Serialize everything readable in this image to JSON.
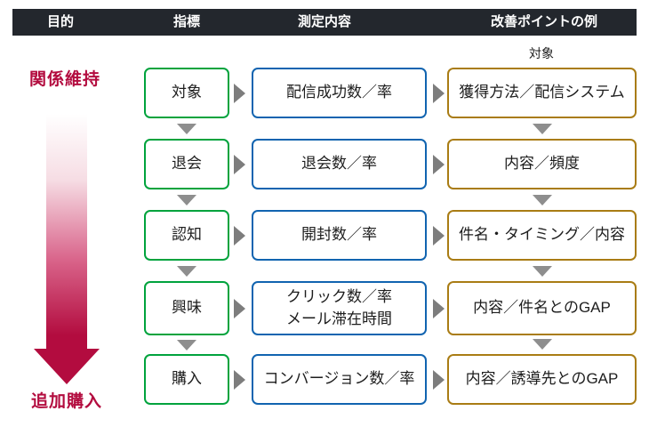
{
  "header": {
    "columns": [
      "目的",
      "指標",
      "測定内容",
      "改善ポイントの例"
    ],
    "bg_color": "#23272d",
    "text_color": "#ffffff"
  },
  "left_axis": {
    "top_label": "関係維持",
    "bottom_label": "追加購入",
    "arrow_color": "#b30c3f"
  },
  "right_column_note": "対象",
  "rows": [
    {
      "indicator": "対象",
      "measure_lines": [
        "配信成功数／率"
      ],
      "improvement": "獲得方法／配信システム"
    },
    {
      "indicator": "退会",
      "measure_lines": [
        "退会数／率"
      ],
      "improvement": "内容／頻度"
    },
    {
      "indicator": "認知",
      "measure_lines": [
        "開封数／率"
      ],
      "improvement": "件名・タイミング／内容"
    },
    {
      "indicator": "興味",
      "measure_lines": [
        "クリック数／率",
        "メール滞在時間"
      ],
      "improvement": "内容／件名とのGAP"
    },
    {
      "indicator": "購入",
      "measure_lines": [
        "コンバージョン数／率"
      ],
      "improvement": "内容／誘導先とのGAP"
    }
  ],
  "colors": {
    "indicator_border": "#00a33d",
    "measure_border": "#1164b0",
    "improvement_border": "#a97c14",
    "connector_gray": "#8e8e8e",
    "flow_crimson": "#b30c3f"
  }
}
